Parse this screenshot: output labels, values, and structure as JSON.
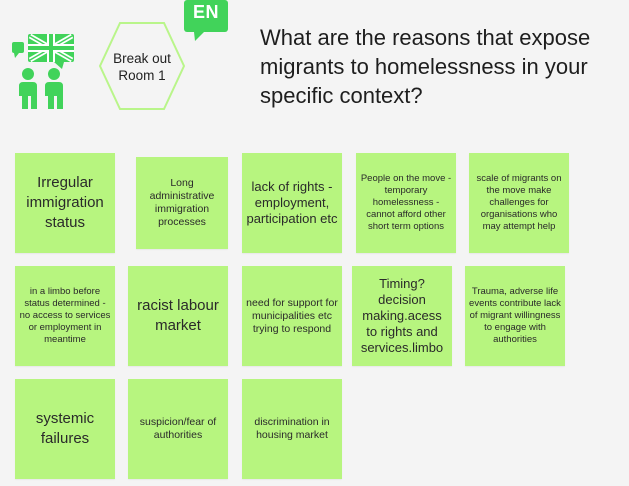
{
  "header": {
    "language_badge": "EN",
    "room_label": "Break out\nRoom 1",
    "question": "What are the reasons that expose migrants to homelessness in your specific context?"
  },
  "colors": {
    "note": "#b7f57f",
    "icon_green": "#41d35a",
    "hexagon_stroke": "#b9f58a"
  },
  "icons": [
    "people-with-uk-flag-icon",
    "en-speech-bubble-icon",
    "hexagon-icon"
  ],
  "notes": [
    {
      "text": "Irregular immigration status"
    },
    {
      "text": "Long administrative immigration processes"
    },
    {
      "text": "lack of rights - employment, participation etc"
    },
    {
      "text": "People on the move - temporary homelessness - cannot afford other short term options"
    },
    {
      "text": "scale of migrants on the move make challenges for organisations who may attempt help"
    },
    {
      "text": "in a limbo before status determined - no access to services or employment in meantime"
    },
    {
      "text": "racist labour market"
    },
    {
      "text": "need for support for municipalities etc trying to respond"
    },
    {
      "text": "Timing? decision making.acess to rights and services.limbo"
    },
    {
      "text": "Trauma, adverse life events contribute lack of migrant willingness to engage with authorities"
    },
    {
      "text": "systemic failures"
    },
    {
      "text": "suspicion/fear of authorities"
    },
    {
      "text": "discrimination in housing market"
    }
  ]
}
